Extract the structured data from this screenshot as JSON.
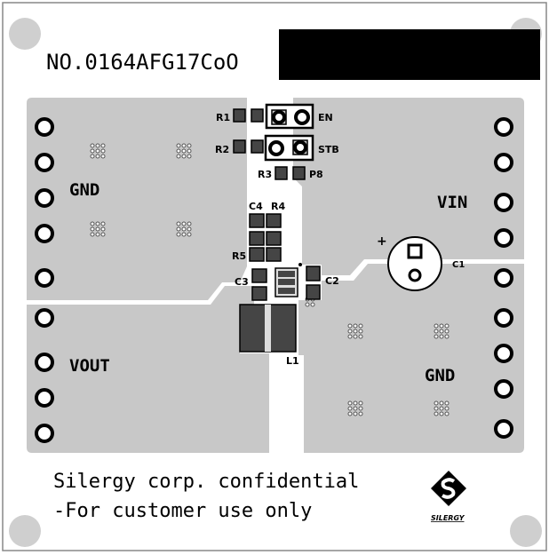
{
  "board": {
    "part_number": "NO.0164AFG17CoO",
    "confidential_line1": "Silergy corp. confidential",
    "confidential_line2": "-For customer use only",
    "logo_text": "SILERGY"
  },
  "nets": {
    "gnd_left": "GND",
    "vin": "VIN",
    "vout": "VOUT",
    "gnd_right": "GND"
  },
  "components": {
    "r1": "R1",
    "r2": "R2",
    "r3": "R3",
    "p8": "P8",
    "en": "EN",
    "stb": "STB",
    "c4": "C4",
    "r4": "R4",
    "r5": "R5",
    "c3": "C3",
    "c2": "C2",
    "c1": "C1",
    "l1": "L1",
    "plus": "+"
  },
  "colors": {
    "copper": "#c8c8c8",
    "pad": "#454545",
    "mask": "#000000"
  }
}
